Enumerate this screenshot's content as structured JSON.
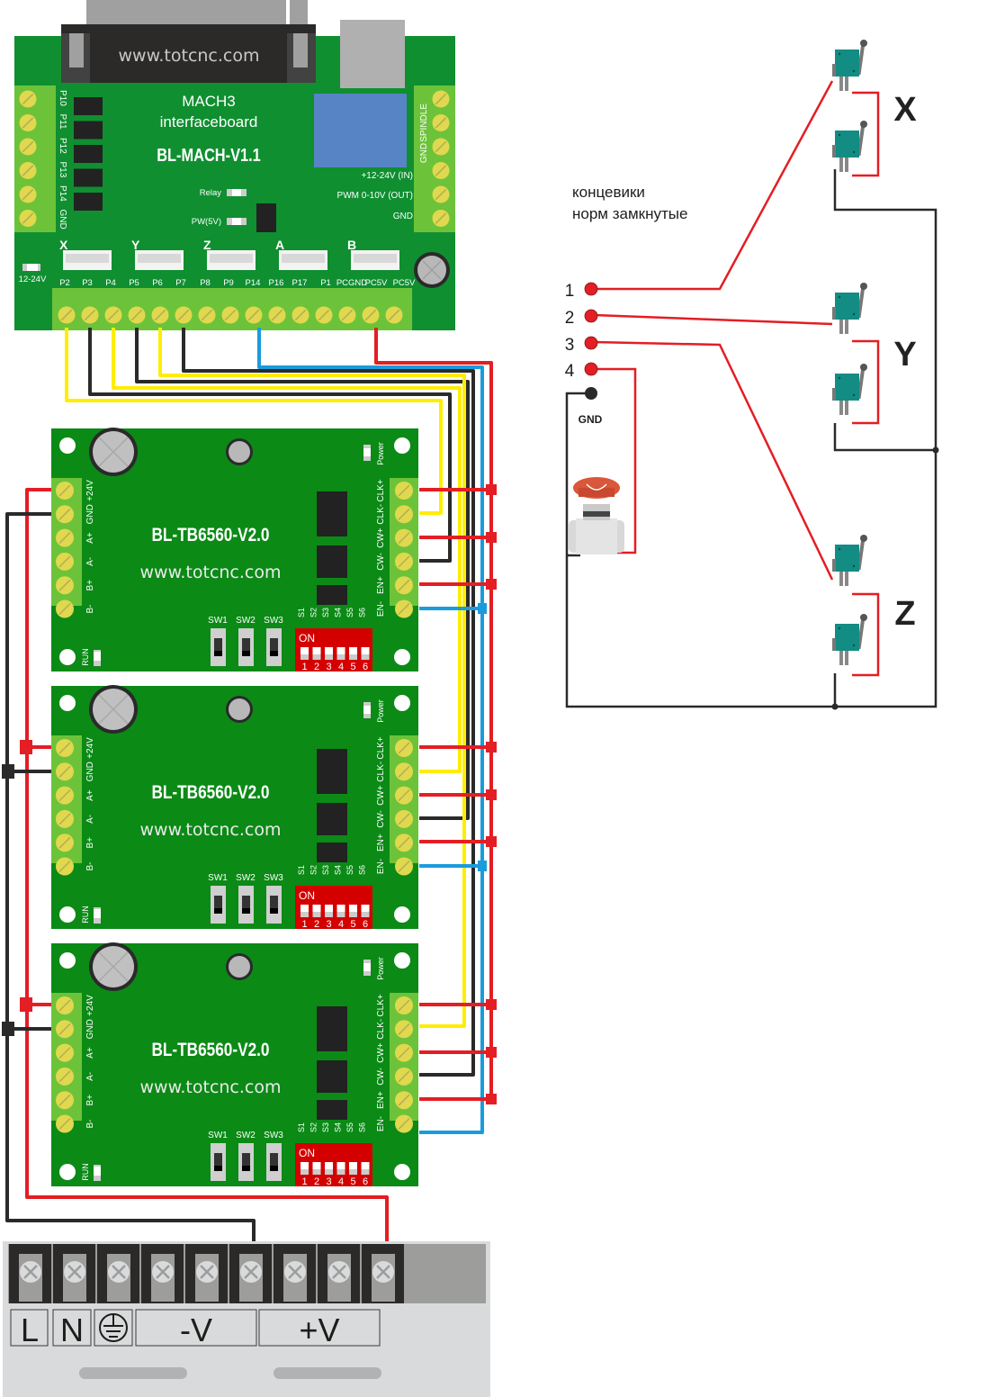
{
  "interface_board": {
    "connector_url": "www.totcnc.com",
    "title_line1": "MACH3",
    "title_line2": "interfaceboard",
    "model": "BL-MACH-V1.1",
    "left_terminals": [
      "P10",
      "P11",
      "P12",
      "P13",
      "P14",
      "GND"
    ],
    "right_vertical_labels": [
      "SPINDLE",
      "GND"
    ],
    "right_labels": [
      "+12-24V (IN)",
      "PWM 0-10V (OUT)",
      "GND"
    ],
    "relay_label": "Relay",
    "pw_label": "PW(5V)",
    "power_label": "12-24V",
    "axis_headers": [
      "X",
      "Y",
      "Z",
      "A",
      "B"
    ],
    "bottom_pins": [
      "P2",
      "P3",
      "P4",
      "P5",
      "P6",
      "P7",
      "P8",
      "P9",
      "P14",
      "P16",
      "P17",
      "P1",
      "PCGND",
      "PC5V",
      "PC5V"
    ]
  },
  "drivers": [
    {
      "model": "BL-TB6560-V2.0",
      "url": "www.totcnc.com",
      "left_pins": [
        "+24V",
        "GND",
        "A+",
        "A-",
        "B+",
        "B-"
      ],
      "right_pins": [
        "CLK+",
        "CLK-",
        "CW+",
        "CW-",
        "EN+",
        "EN-"
      ],
      "power_label": "Power",
      "run_label": "RUN",
      "switches": [
        "SW1",
        "SW2",
        "SW3"
      ],
      "dip_labels": [
        "S1",
        "S2",
        "S3",
        "S4",
        "S5",
        "S6"
      ],
      "dip_on": "ON",
      "dip_numbers": [
        "1",
        "2",
        "3",
        "4",
        "5",
        "6"
      ]
    },
    {
      "model": "BL-TB6560-V2.0",
      "url": "www.totcnc.com",
      "left_pins": [
        "+24V",
        "GND",
        "A+",
        "A-",
        "B+",
        "B-"
      ],
      "right_pins": [
        "CLK+",
        "CLK-",
        "CW+",
        "CW-",
        "EN+",
        "EN-"
      ],
      "power_label": "Power",
      "run_label": "RUN",
      "switches": [
        "SW1",
        "SW2",
        "SW3"
      ],
      "dip_labels": [
        "S1",
        "S2",
        "S3",
        "S4",
        "S5",
        "S6"
      ],
      "dip_on": "ON",
      "dip_numbers": [
        "1",
        "2",
        "3",
        "4",
        "5",
        "6"
      ]
    },
    {
      "model": "BL-TB6560-V2.0",
      "url": "www.totcnc.com",
      "left_pins": [
        "+24V",
        "GND",
        "A+",
        "A-",
        "B+",
        "B-"
      ],
      "right_pins": [
        "CLK+",
        "CLK-",
        "CW+",
        "CW-",
        "EN+",
        "EN-"
      ],
      "power_label": "Power",
      "run_label": "RUN",
      "switches": [
        "SW1",
        "SW2",
        "SW3"
      ],
      "dip_labels": [
        "S1",
        "S2",
        "S3",
        "S4",
        "S5",
        "S6"
      ],
      "dip_on": "ON",
      "dip_numbers": [
        "1",
        "2",
        "3",
        "4",
        "5",
        "6"
      ]
    }
  ],
  "power_supply": {
    "labels": [
      "L",
      "N",
      "earth-ground",
      "-V",
      "+V"
    ]
  },
  "limit_switches": {
    "caption_line1": "концевики",
    "caption_line2": "норм замкнутые",
    "inputs": [
      "1",
      "2",
      "3",
      "4"
    ],
    "gnd_label": "GND",
    "axes": [
      "X",
      "Y",
      "Z"
    ]
  },
  "colors": {
    "pcb_green": "#0f8f30",
    "driver_green": "#0b8a16",
    "terminal_green": "#6cc33a",
    "screw_yellow": "#e0d84e",
    "wire_red": "#e31e24",
    "wire_yellow": "#ffed00",
    "wire_black": "#2a2a2a",
    "wire_blue": "#1a9bdc",
    "dip_red": "#d40000",
    "relay_blue": "#5684c4",
    "switch_teal": "#138c84",
    "estop_orange": "#d9573a"
  }
}
